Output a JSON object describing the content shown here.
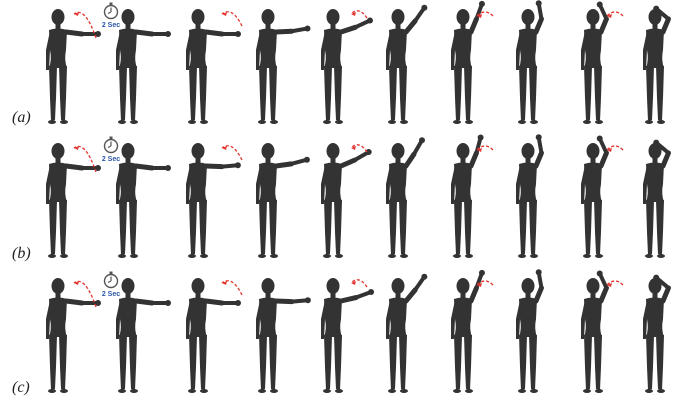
{
  "figure": {
    "rows": [
      {
        "label": "(a)",
        "timer_label": "2 Sec",
        "raise": [
          0,
          0,
          0,
          10,
          25,
          55,
          70,
          100,
          115,
          140
        ]
      },
      {
        "label": "(b)",
        "timer_label": "2 Sec",
        "raise": [
          0,
          0,
          5,
          15,
          30,
          60,
          75,
          100,
          115,
          140
        ]
      },
      {
        "label": "(c)",
        "timer_label": "2 Sec",
        "raise": [
          0,
          0,
          0,
          5,
          20,
          55,
          70,
          100,
          115,
          140
        ]
      }
    ],
    "figure_color": "#333333",
    "arrow_color": "#e3342f",
    "timer_color": "#555555",
    "timer_text_color": "#2b56a8",
    "arrow_after_frames": [
      0,
      2,
      4,
      6,
      8
    ],
    "timer_after_frame": 0
  }
}
